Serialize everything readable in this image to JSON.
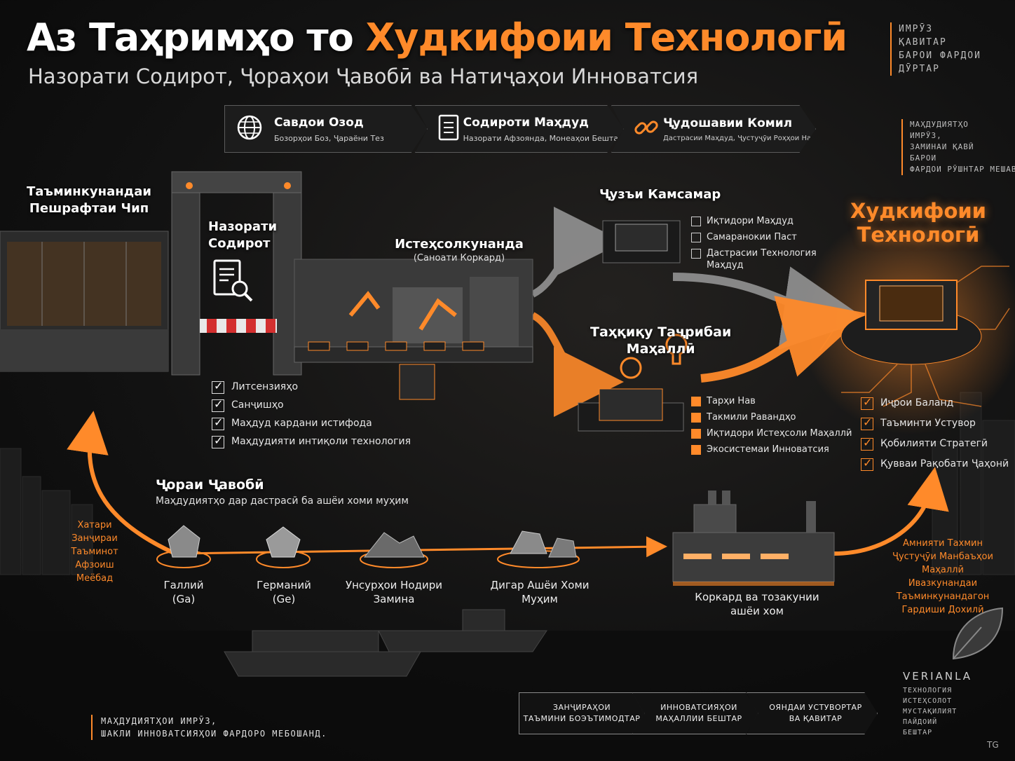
{
  "header": {
    "title_part1": "Аз Таҳримҳо то",
    "title_part2": "Худкифоии Технологӣ",
    "subtitle": "Назорати Содирот, Ҷораҳои Ҷавобӣ ва Натиҷаҳои Инноватсия"
  },
  "top_right_note": [
    "ИМРӮЗ",
    "ҚАВИТАР",
    "БАРОИ ФАРДОИ",
    "ДӮРТАР"
  ],
  "right_note": [
    "МАҲДУДИЯТҲО",
    "ИМРӮЗ,",
    "ЗАМИНАИ ҚАВӢ",
    "БАРОИ",
    "ФАРДОИ РӮШНТАР МЕШАВАНД."
  ],
  "policy_chevrons": [
    {
      "title": "Савдои Озод",
      "subtitle": "Бозорҳои Боз, Ҷараёни Тез",
      "icon": "globe-icon"
    },
    {
      "title": "Содироти Маҳдуд",
      "subtitle": "Назорати Афзоянда, Монеаҳои Бештар",
      "icon": "document-icon"
    },
    {
      "title": "Ҷудошавии Комил",
      "subtitle": "Дастрасии Маҳдуд, Ҷустуҷӯи Роҳҳои Нав",
      "icon": "broken-link-icon"
    }
  ],
  "supplier": {
    "line1": "Таъминкунандаи",
    "line2": "Пешрафтаи Чип"
  },
  "export_control": {
    "line1": "Назорати",
    "line2": "Содирот",
    "icon": "document-search-icon"
  },
  "export_checklist": [
    "Литсензияҳо",
    "Санҷишҳо",
    "Маҳдуд кардани истифода",
    "Маҳдудияти интиқоли технология"
  ],
  "manufacturer": {
    "title": "Истеҳсолкунанда",
    "subtitle": "(Саноати Коркард)"
  },
  "weak_part": {
    "title": "Ҷузъи Камсамар",
    "items": [
      "Иқтидори Маҳдуд",
      "Самаранокии Паст",
      "Дастрасии Технология",
      "Маҳдуд"
    ]
  },
  "local_rnd": {
    "line1": "Таҳқиқу Таҷрибаи",
    "line2": "Маҳаллӣ",
    "items": [
      "Тарҳи Нав",
      "Такмили Равандҳо",
      "Иқтидори Истеҳсоли Маҳаллӣ",
      "Экосистемаи Инноватсия"
    ]
  },
  "self_sufficiency": {
    "line1": "Худкифоии",
    "line2": "Технологӣ",
    "items": [
      "Иҷрои Баланд",
      "Таъминти Устувор",
      "Қобилияти Стратегӣ",
      "Қувваи Рақобати Ҷаҳонӣ"
    ]
  },
  "countermeasures": {
    "title": "Ҷораи Ҷавобӣ",
    "subtitle": "Маҳдудиятҳо дар дастрасӣ ба ашёи хоми муҳим"
  },
  "risk_note": [
    "Хатари",
    "Занҷираи",
    "Таъминот",
    "Афзоиш Меёбад"
  ],
  "minerals": [
    {
      "name": "Галлий",
      "symbol": "(Ga)"
    },
    {
      "name": "Германий",
      "symbol": "(Ge)"
    },
    {
      "name": "Унсурҳои Нодири",
      "symbol": "Замина"
    },
    {
      "name": "Дигар Ашёи Хоми",
      "symbol": "Муҳим"
    }
  ],
  "processing": {
    "line1": "Коркард ва тозакунии",
    "line2": "ашёи хом"
  },
  "outcome_note": [
    "Амнияти Тахмин",
    "Ҷустуҷӯи Манбаъҳои Маҳаллӣ",
    "Ивазкунандаи Таъминкунандагон",
    "Гардиши Дохилӣ"
  ],
  "bottom_note": {
    "line1": "МАҲДУДИЯТҲОИ ИМРӮЗ,",
    "line2": "ШАКЛИ ИННОВАТСИЯҲОИ ФАРДОРО МЕБОШАНД."
  },
  "bottom_chevrons": [
    {
      "line1": "ЗАНҶИРАҲОИ",
      "line2": "ТАЪМИНИ БОЭЪТИМОДТАР"
    },
    {
      "line1": "ИННОВАТСИЯҲОИ",
      "line2": "МАҲАЛЛИИ БЕШТАР"
    },
    {
      "line1": "ОЯНДАИ УСТУВОРТАР",
      "line2": "ВА ҚАВИТАР"
    }
  ],
  "brand": {
    "name": "VERIANLA",
    "tagline": [
      "ТЕХНОЛОГИЯ",
      "ИСТЕҲСОЛОТ",
      "МУСТАҚИЛИЯТ",
      "ПАЙДОИӢ",
      "БЕШТАР"
    ],
    "initials": "TG"
  },
  "colors": {
    "accent": "#ff8a2a",
    "background": "#121212",
    "panel": "#1c1c1c"
  }
}
